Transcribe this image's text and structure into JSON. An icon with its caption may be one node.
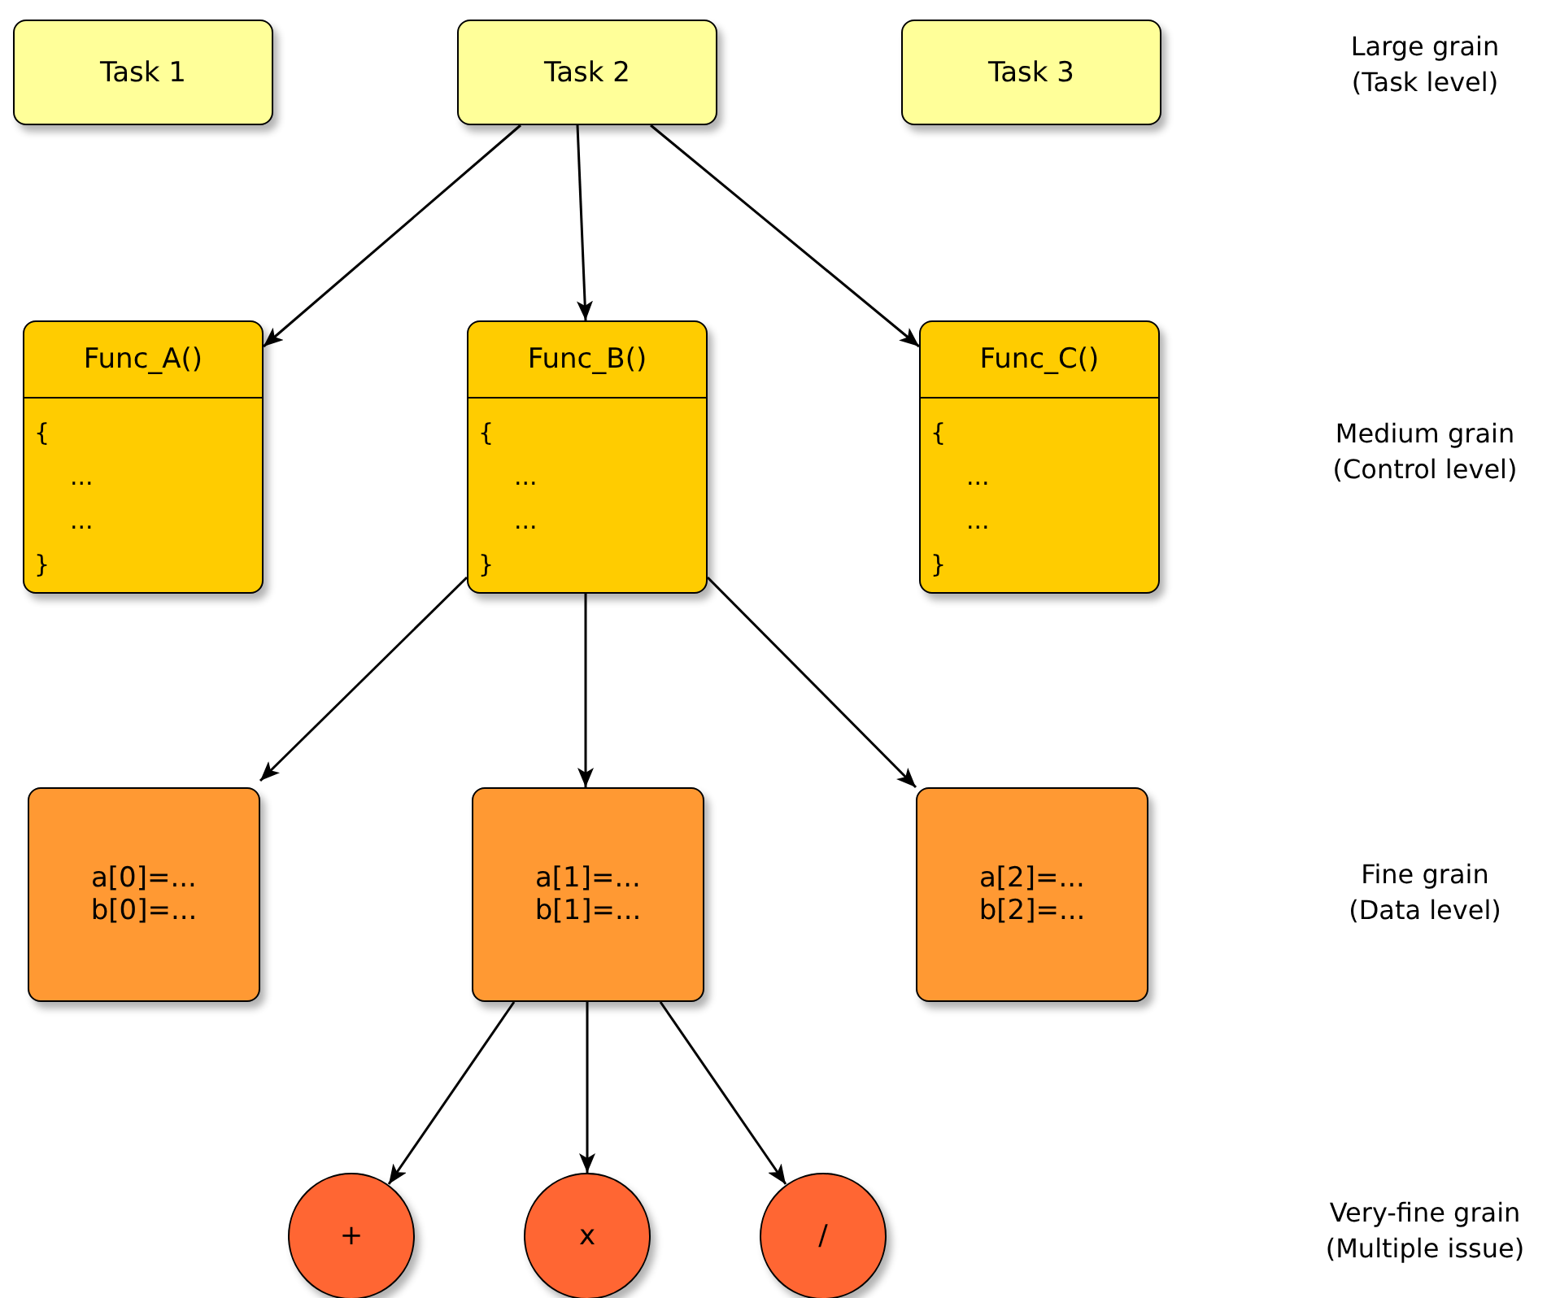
{
  "diagram": {
    "nodes": [
      {
        "text": [
          "Task 1"
        ]
      },
      {
        "text": [
          "Task 2"
        ]
      },
      {
        "text": [
          "Task 3"
        ]
      },
      {
        "text": [
          "Func_A()",
          "{",
          "...",
          "...",
          "}"
        ]
      },
      {
        "text": [
          "Func_B()",
          "{",
          "...",
          "...",
          "}"
        ]
      },
      {
        "text": [
          "Func_C()",
          "{",
          "...",
          "...",
          "}"
        ]
      },
      {
        "text": [
          "a[0]=... b[0]=..."
        ]
      },
      {
        "text": [
          "a[1]=... b[1]=..."
        ]
      },
      {
        "text": [
          "a[2]=... b[2]=..."
        ]
      },
      {
        "text": [
          "+"
        ]
      },
      {
        "text": [
          "x"
        ]
      },
      {
        "text": [
          "/"
        ]
      }
    ],
    "edges": [
      {
        "from": 1,
        "to": 3,
        "arrow": "to"
      },
      {
        "from": 1,
        "to": 4,
        "arrow": "to"
      },
      {
        "from": 1,
        "to": 5,
        "arrow": "to"
      },
      {
        "from": 4,
        "to": 6,
        "arrow": "to"
      },
      {
        "from": 4,
        "to": 7,
        "arrow": "to"
      },
      {
        "from": 4,
        "to": 8,
        "arrow": "to"
      },
      {
        "from": 7,
        "to": 9,
        "arrow": "to"
      },
      {
        "from": 7,
        "to": 10,
        "arrow": "to"
      },
      {
        "from": 7,
        "to": 11,
        "arrow": "to"
      }
    ],
    "labels": [
      "Large grain (Task level)",
      "Medium grain (Control level)",
      "Fine grain (Data level)",
      "Very-fine grain (Multiple issue)"
    ]
  }
}
